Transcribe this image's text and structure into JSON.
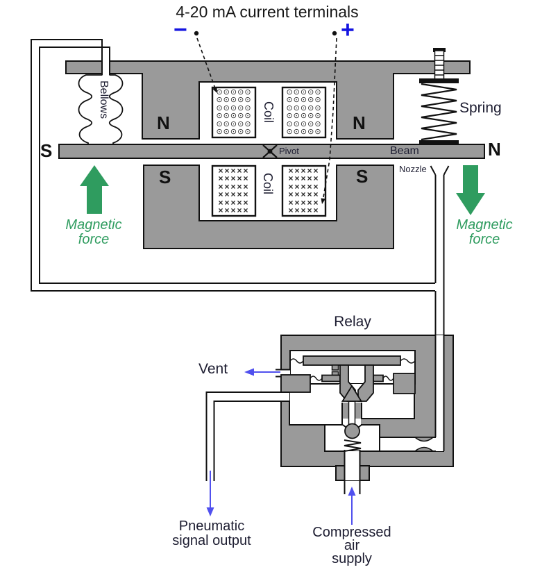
{
  "header": {
    "title": "4-20 mA current terminals",
    "minus": "−",
    "plus": "+"
  },
  "left_section": {
    "bellows": "Bellows",
    "magnetic_force_line1": "Magnetic",
    "magnetic_force_line2": "force"
  },
  "magnets": {
    "upper_left_pole": "N",
    "upper_right_pole": "N",
    "lower_left_pole": "S",
    "lower_right_pole": "S"
  },
  "coils": {
    "upper_label": "Coil",
    "lower_label": "Coil",
    "dot_row": "⊙⊙⊙⊙⊙",
    "x_row": "×××××"
  },
  "beam": {
    "label": "Beam",
    "pivot": "Pivot",
    "pole_left": "S",
    "pole_right": "N"
  },
  "right_section": {
    "spring": "Spring",
    "nozzle": "Nozzle",
    "magnetic_force_line1": "Magnetic",
    "magnetic_force_line2": "force"
  },
  "relay": {
    "label": "Relay",
    "vent": "Vent"
  },
  "ports": {
    "pneumatic_line1": "Pneumatic",
    "pneumatic_line2": "signal output",
    "supply_line1": "Compressed",
    "supply_line2": "air",
    "supply_line3": "supply"
  },
  "colors": {
    "pole_blue": "#1414e0",
    "arrow_blue": "#5050ee",
    "green": "#2f9c5f",
    "metal_gray": "#9a9a9a",
    "outline": "#111111",
    "label": "#1c1c30"
  }
}
